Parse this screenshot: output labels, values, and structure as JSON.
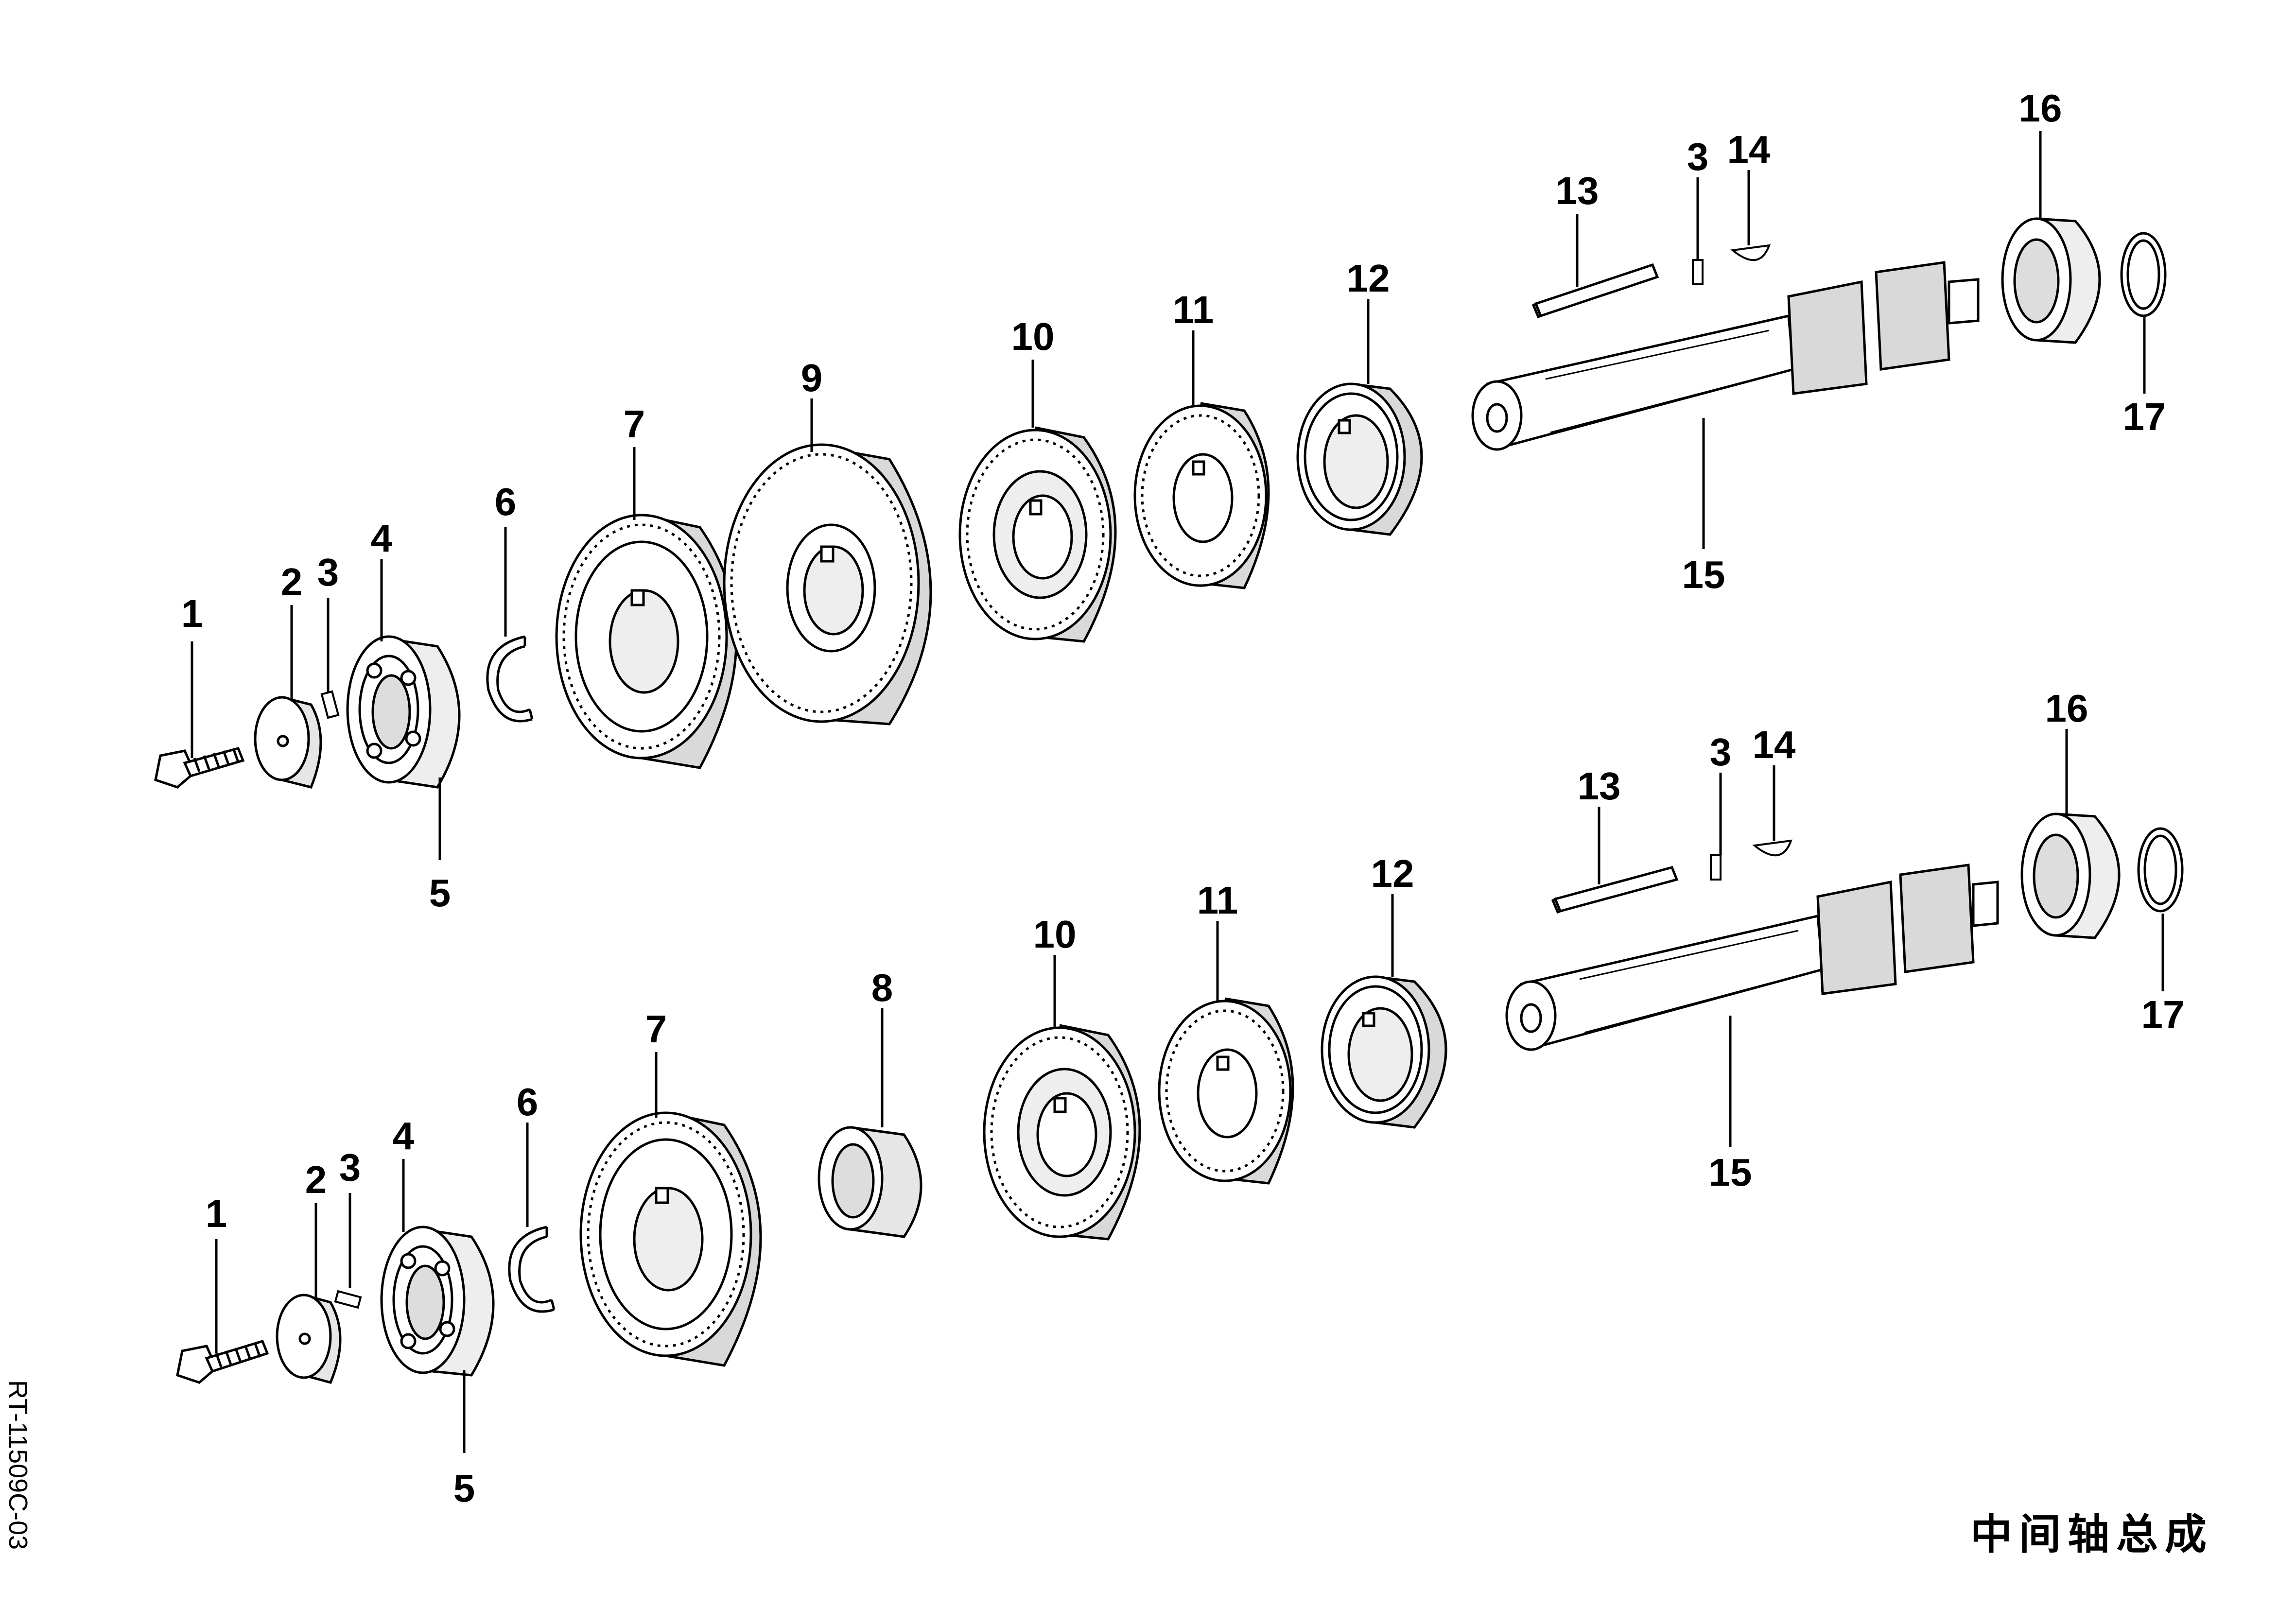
{
  "title": "中间轴总成",
  "drawing_number": "RT-11509C-03",
  "assemblies": [
    {
      "name": "upper-assembly",
      "labels": [
        "1",
        "2",
        "3",
        "4",
        "5",
        "6",
        "7",
        "9",
        "10",
        "11",
        "12",
        "13",
        "3",
        "14",
        "15",
        "16",
        "17"
      ]
    },
    {
      "name": "lower-assembly",
      "labels": [
        "1",
        "2",
        "3",
        "4",
        "5",
        "6",
        "7",
        "8",
        "10",
        "11",
        "12",
        "13",
        "3",
        "14",
        "15",
        "16",
        "17"
      ]
    }
  ],
  "colors": {
    "ink": "#000000",
    "paper": "#ffffff",
    "shade": "#d9d9d9"
  }
}
